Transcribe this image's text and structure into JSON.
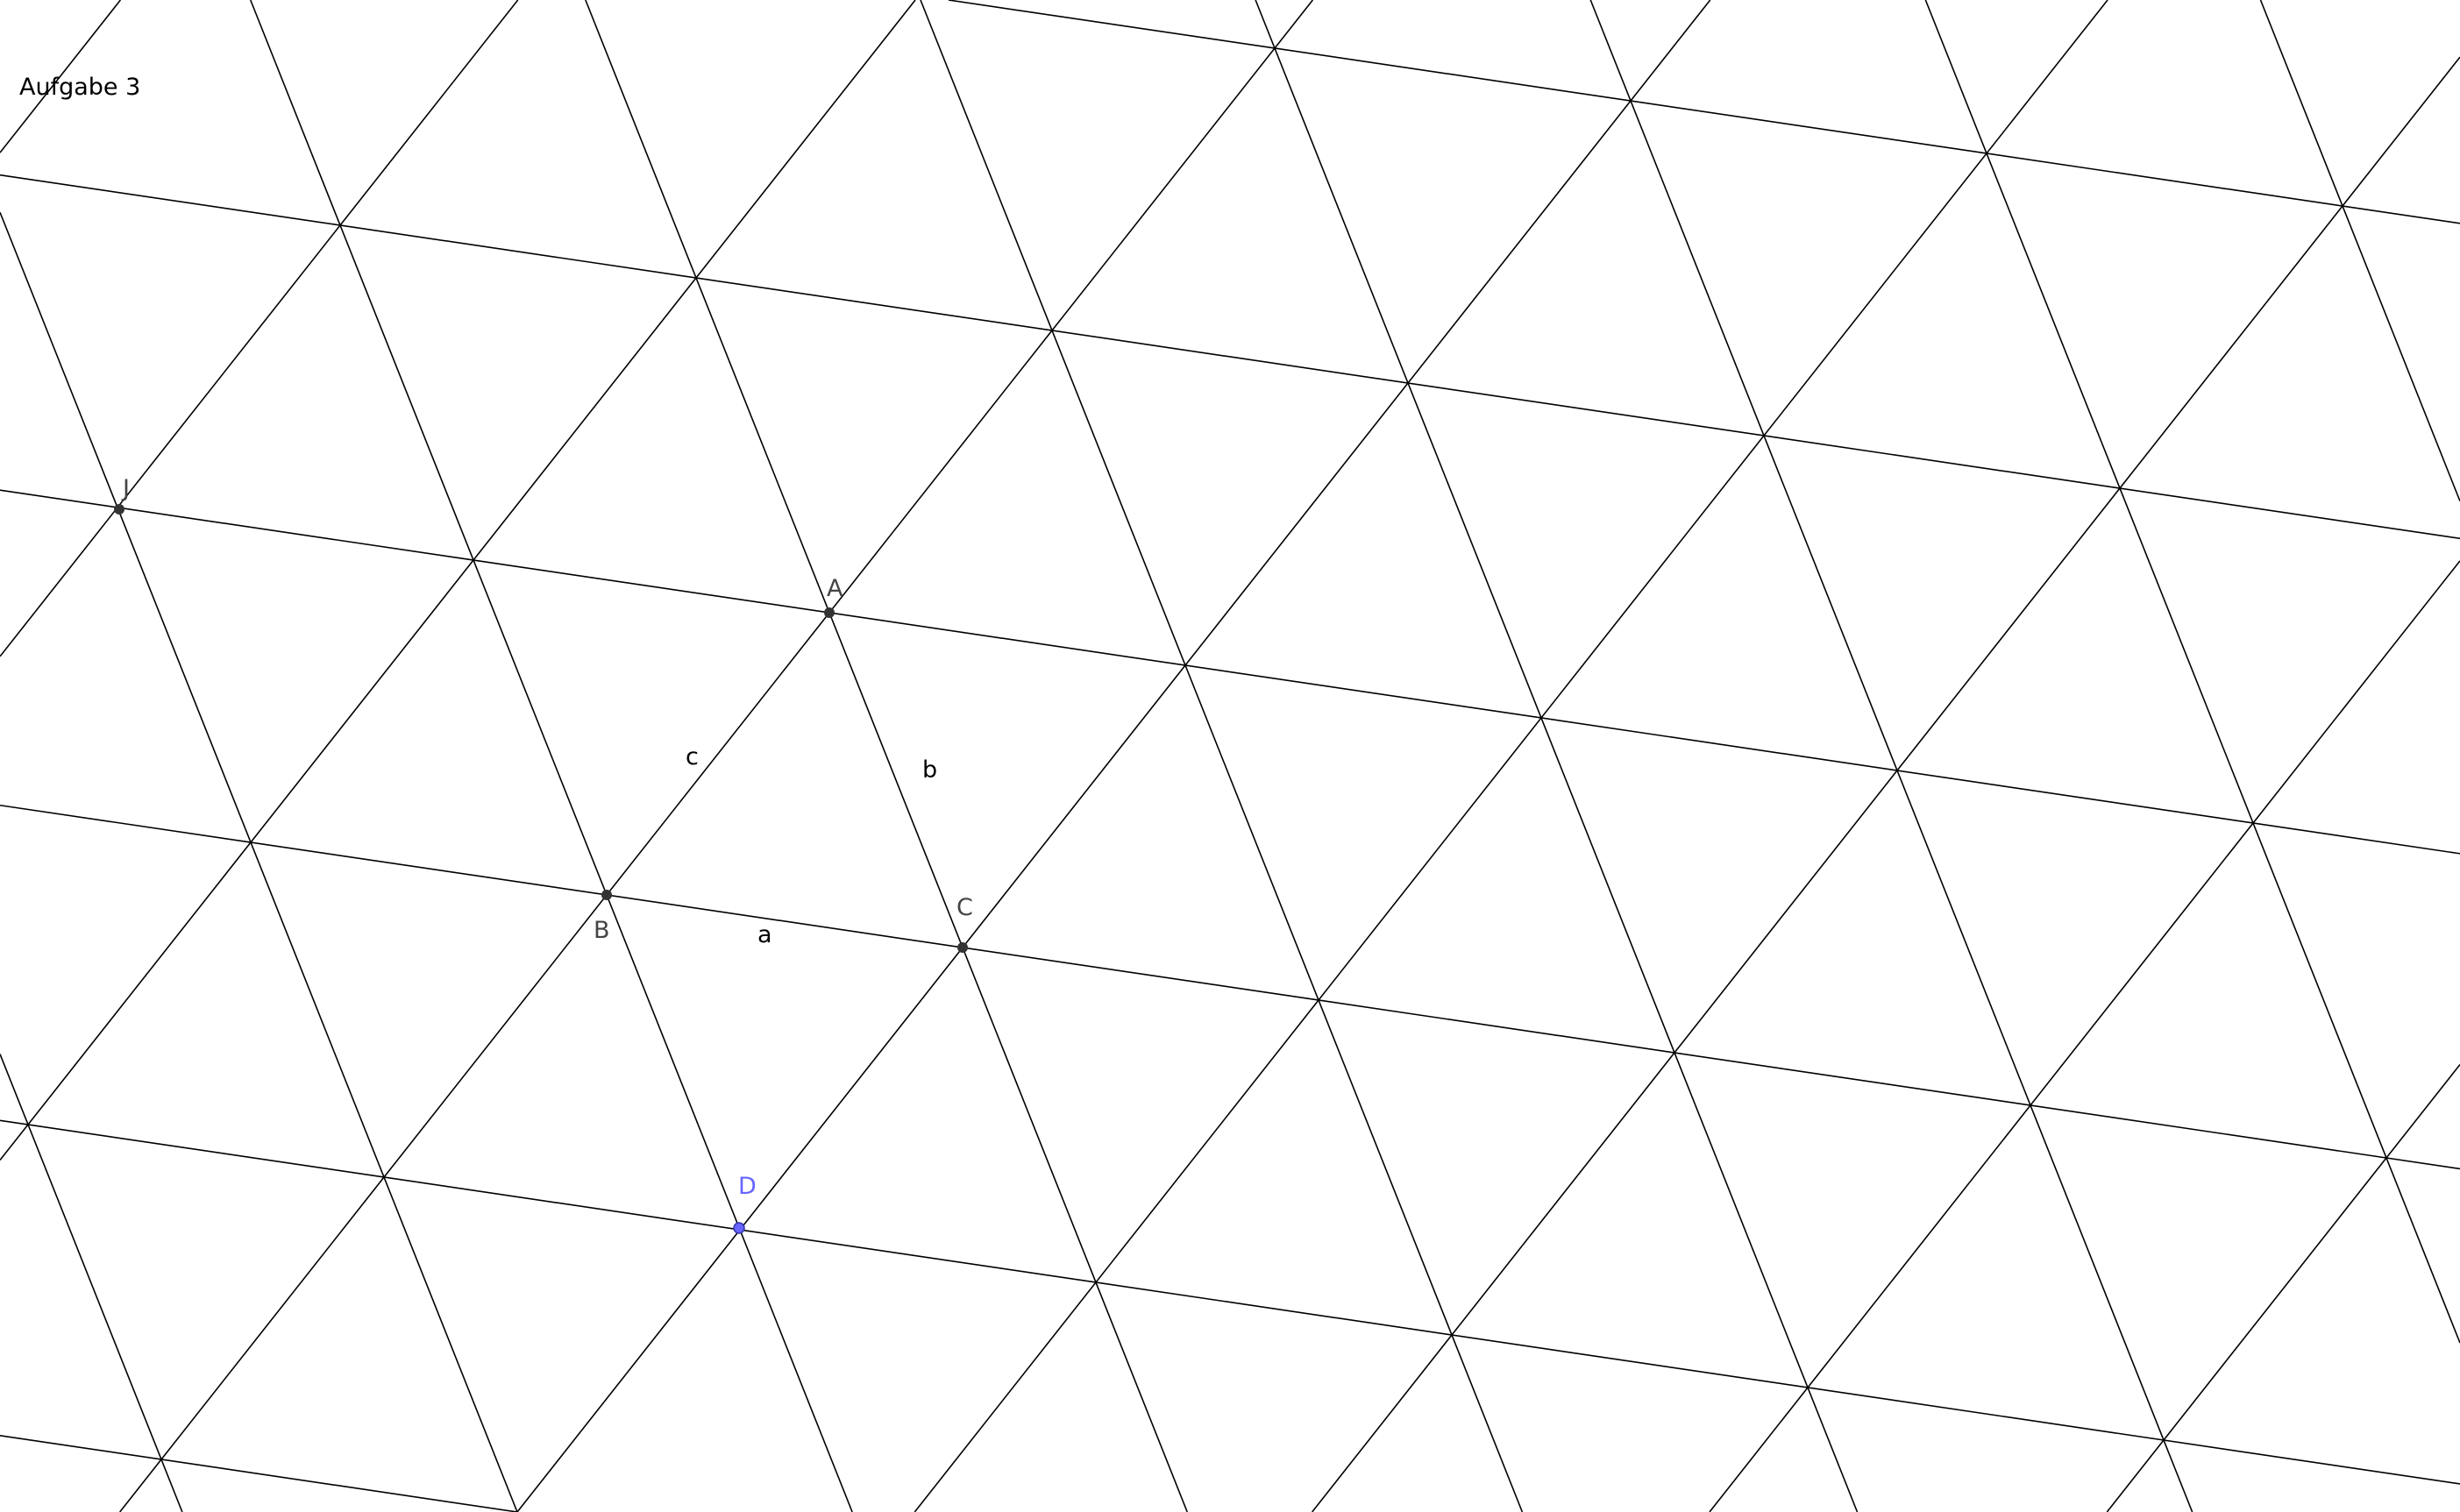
{
  "title": "Aufgabe 3",
  "colors": {
    "line": "#000000",
    "point": "#333333",
    "point_label": "#444444",
    "segment_label": "#000000",
    "highlight_point": "#6666ff"
  },
  "points": {
    "J": {
      "label": "J"
    },
    "A": {
      "label": "A"
    },
    "B": {
      "label": "B"
    },
    "C": {
      "label": "C"
    },
    "D": {
      "label": "D"
    }
  },
  "segments": {
    "a": {
      "label": "a"
    },
    "b": {
      "label": "b"
    },
    "c": {
      "label": "c"
    }
  }
}
